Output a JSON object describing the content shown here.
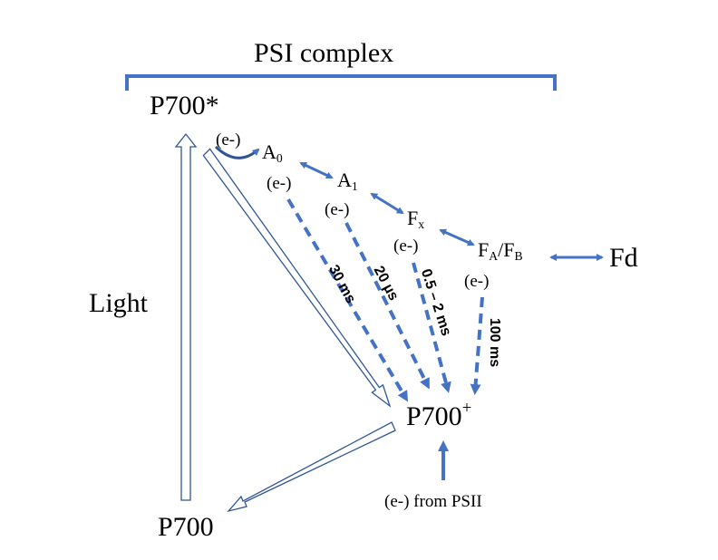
{
  "title": "PSI complex",
  "nodes": {
    "p700_star": "P700*",
    "p700_plus": "P700",
    "p700_plus_sup": "+",
    "p700": "P700",
    "a0": "A",
    "a0_sub": "0",
    "a1": "A",
    "a1_sub": "1",
    "fx": "F",
    "fx_sub": "x",
    "fa": "F",
    "fa_sub": "A",
    "fb_sep": "/F",
    "fb_sub": "B",
    "fd": "Fd"
  },
  "labels": {
    "light": "Light",
    "electron": "(e-)",
    "from_psii_e": "(e-)",
    "from_psii_text": " from PSII"
  },
  "rates": {
    "r1": "30 ms",
    "r2": "20 µs",
    "r3": "0.5 – 2 ms",
    "r4": "100 ms"
  },
  "colors": {
    "accent": "#4472c4",
    "outline_arrow": "#2f5597",
    "text": "#000000"
  }
}
